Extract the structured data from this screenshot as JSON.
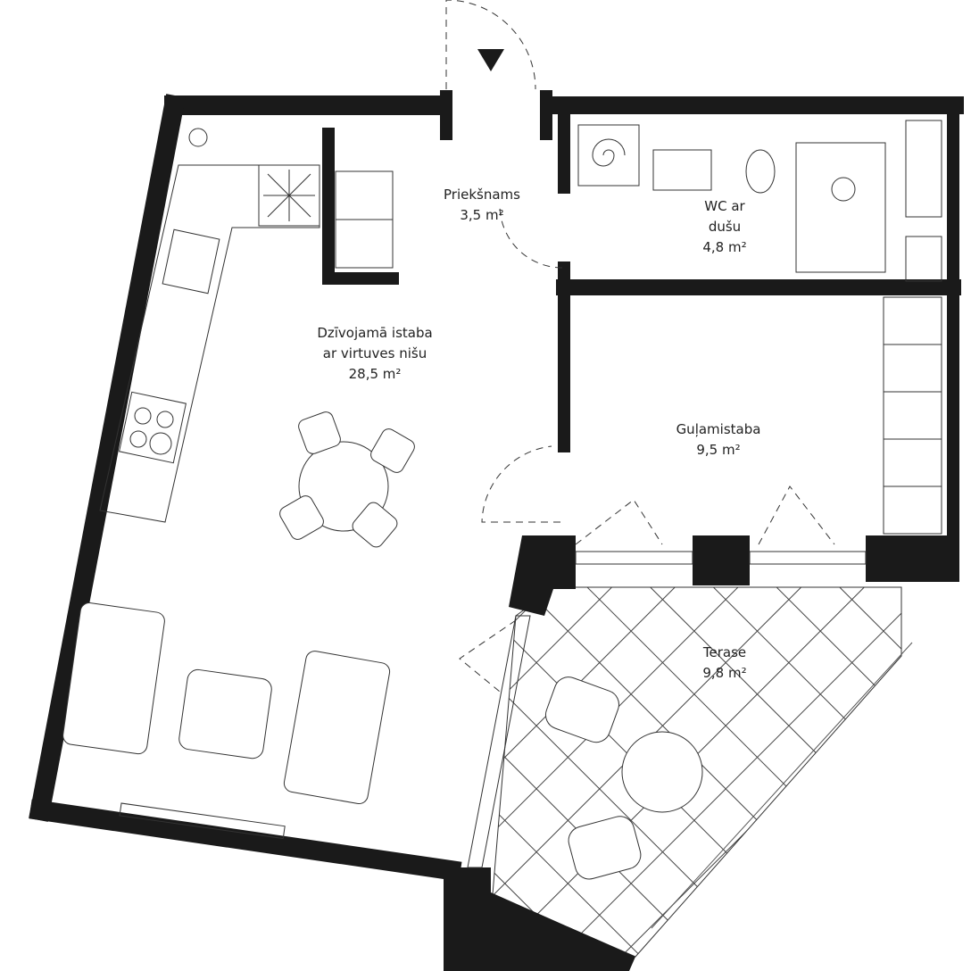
{
  "rooms": [
    {
      "lines": [
        "Priekšnams"
      ],
      "area": "3,5 m²"
    },
    {
      "lines": [
        "WC ar",
        "dušu"
      ],
      "area": "4,8 m²"
    },
    {
      "lines": [
        "Dzīvojamā istaba",
        "ar virtuves nišu"
      ],
      "area": "28,5 m²"
    },
    {
      "lines": [
        "Guļamistaba"
      ],
      "area": "9,5 m²"
    },
    {
      "lines": [
        "Terase"
      ],
      "area": "9,8 m²"
    }
  ],
  "colors": {
    "wall": "#1a1a1a",
    "line": "#333333",
    "background": "#ffffff"
  },
  "icons": [
    "entrance-arrow-icon",
    "stove-icon",
    "sink-icon",
    "toilet-icon",
    "shower-icon"
  ]
}
